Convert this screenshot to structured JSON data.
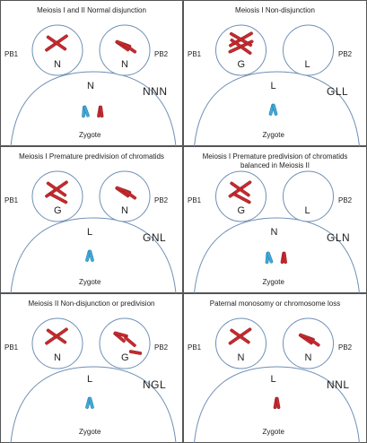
{
  "labels": {
    "pb1": "PB1",
    "pb2": "PB2",
    "zygote": "Zygote"
  },
  "colors": {
    "red": "#c8292e",
    "red_dark": "#7a1416",
    "blue": "#3fa9d9",
    "blue_dark": "#1f6c93",
    "outline": "#6f8fb5"
  },
  "panels": [
    {
      "title": "Meiosis I and II Normal disjunction",
      "pb1_letter": "N",
      "pb2_letter": "N",
      "zygote_letter": "N",
      "genotype": "NNN",
      "pb1_chroms": "red-cross",
      "pb2_chroms": "red-bent",
      "zygote_chroms": "blue-red"
    },
    {
      "title": "Meiosis I Non-disjunction",
      "pb1_letter": "G",
      "pb2_letter": "L",
      "zygote_letter": "L",
      "genotype": "GLL",
      "pb1_chroms": "red-double-cross",
      "pb2_chroms": "none",
      "zygote_chroms": "blue"
    },
    {
      "title": "Meiosis I Premature predivision of chromatids",
      "pb1_letter": "G",
      "pb2_letter": "N",
      "zygote_letter": "L",
      "genotype": "GNL",
      "pb1_chroms": "red-cross-extra",
      "pb2_chroms": "red-bent",
      "zygote_chroms": "blue"
    },
    {
      "title": "Meiosis I Premature predivision of chromatids\nbalanced in Meiosis II",
      "pb1_letter": "G",
      "pb2_letter": "L",
      "zygote_letter": "N",
      "genotype": "GLN",
      "pb1_chroms": "red-cross-extra",
      "pb2_chroms": "none",
      "zygote_chroms": "blue-red"
    },
    {
      "title": "Meiosis II Non-disjunction or predivision",
      "pb1_letter": "N",
      "pb2_letter": "G",
      "zygote_letter": "L",
      "genotype": "NGL",
      "pb1_chroms": "red-cross",
      "pb2_chroms": "red-pair",
      "zygote_chroms": "blue"
    },
    {
      "title": "Paternal monosomy or chromosome loss",
      "pb1_letter": "N",
      "pb2_letter": "N",
      "zygote_letter": "L",
      "genotype": "NNL",
      "pb1_chroms": "red-cross",
      "pb2_chroms": "red-bent",
      "zygote_chroms": "red"
    }
  ]
}
